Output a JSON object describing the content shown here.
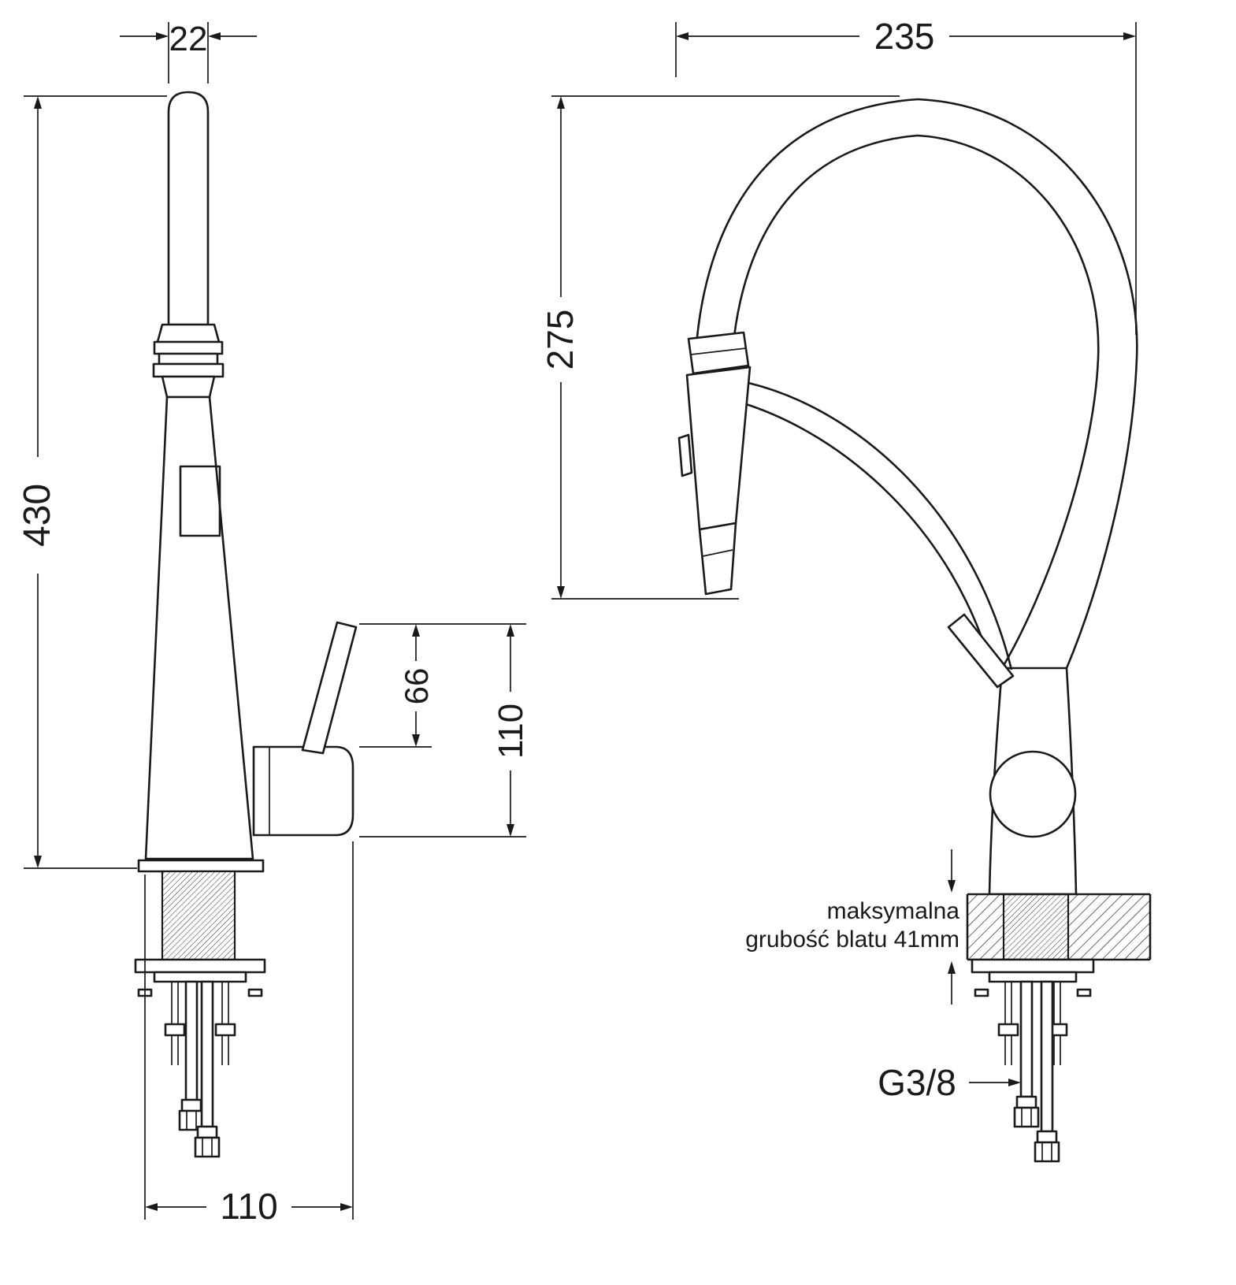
{
  "colors": {
    "background": "#ffffff",
    "line": "#1a1a1a"
  },
  "front_view": {
    "dim_spout_diameter": "22",
    "dim_total_height": "430",
    "dim_lever_height": "66",
    "dim_handle_height": "110",
    "dim_base_depth": "110"
  },
  "side_view": {
    "dim_spout_reach": "235",
    "dim_spout_height": "275",
    "counter_note_line1": "maksymalna",
    "counter_note_line2": "grubość blatu 41mm",
    "thread_label": "G3/8"
  }
}
